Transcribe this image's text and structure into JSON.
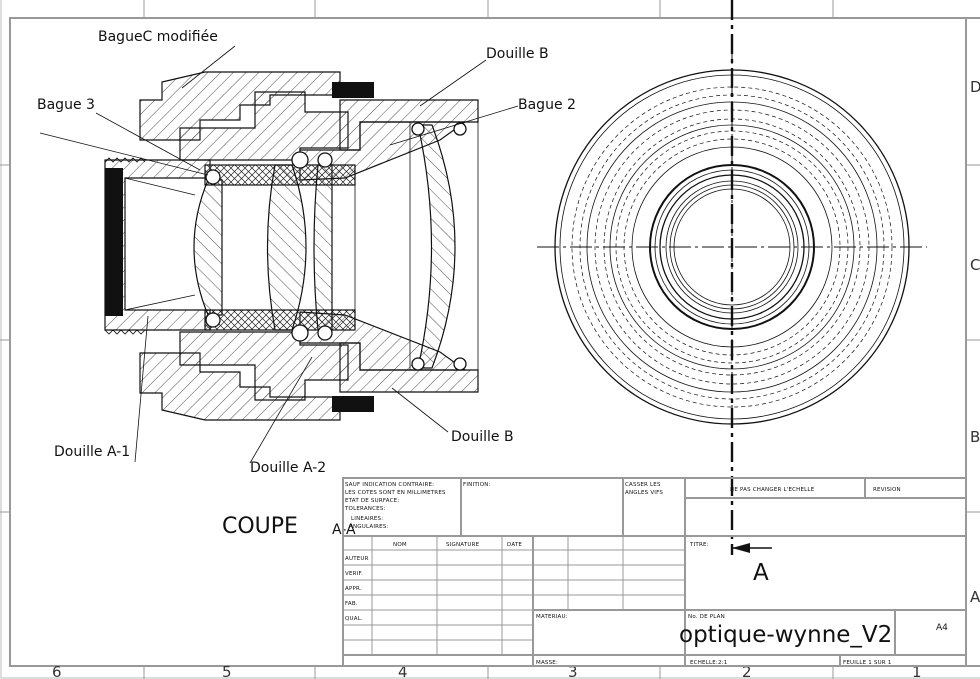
{
  "drawing": {
    "labels": {
      "bague_c": "BagueC modifiée",
      "bague_3": "Bague 3",
      "douille_b_top": "Douille B",
      "bague_2": "Bague 2",
      "douille_a1": "Douille A-1",
      "douille_a2": "Douille A-2",
      "douille_b_bottom": "Douille B"
    },
    "section_title": "COUPE",
    "section_id": "A-A",
    "section_arrow_letter": "A",
    "border_zones": {
      "top": [
        "6",
        "5",
        "4",
        "3",
        "2",
        "1"
      ],
      "right": [
        "D",
        "C",
        "B",
        "A"
      ]
    }
  },
  "title_block": {
    "tolerance_note": [
      "SAUF INDICATION CONTRAIRE:",
      "LES COTES SONT EN MILLIMETRES",
      "ETAT DE SURFACE:",
      "TOLERANCES:",
      "LINEAIRES:",
      "ANGULAIRES:"
    ],
    "finish": "FINITION:",
    "edges": [
      "CASSER LES",
      "ANGLES VIFS"
    ],
    "no_scale": "NE PAS CHANGER L'ECHELLE",
    "revision": "REVISION",
    "col_name": "NOM",
    "col_signature": "SIGNATURE",
    "col_date": "DATE",
    "row_author": "AUTEUR",
    "row_verif": "VERIF.",
    "row_appr": "APPR.",
    "row_fab": "FAB.",
    "row_qual": "QUAL.",
    "material": "MATERIAU:",
    "mass": "MASSE:",
    "title": "TITRE:",
    "drawing_no_label": "No. DE PLAN",
    "drawing_name": "optique-wynne_V2",
    "format": "A4",
    "scale": "ECHELLE:2:1",
    "sheet": "FEUILLE 1 SUR 1"
  }
}
